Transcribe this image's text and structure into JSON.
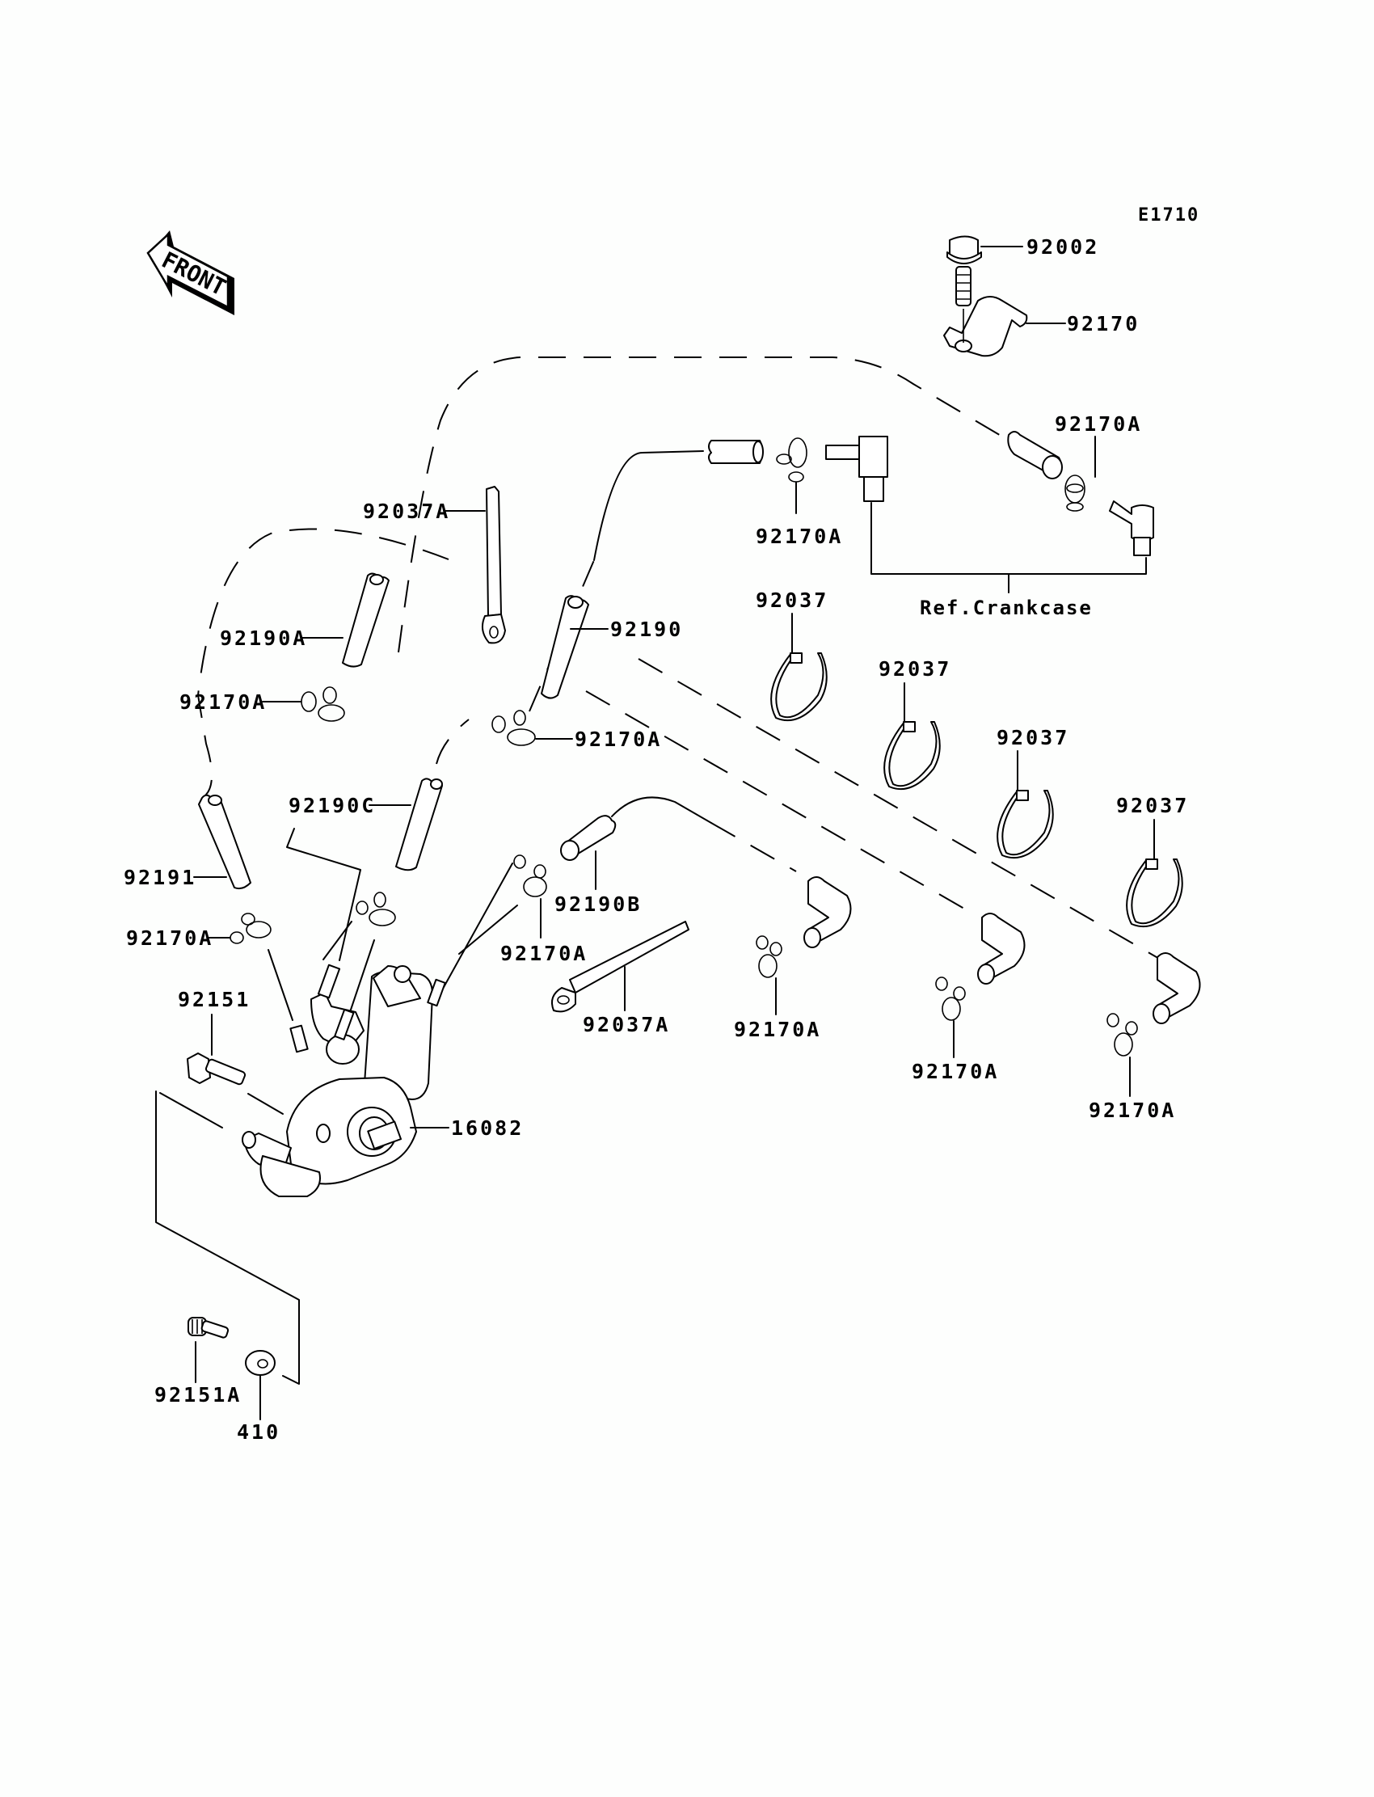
{
  "diagram": {
    "code": "E1710",
    "front_indicator": "FRONT",
    "reference_note": "Ref.Crankcase",
    "callouts": {
      "bolt_92002": "92002",
      "clamp_92170": "92170",
      "clip_top_right": "92170A",
      "clip_top_mid": "92170A",
      "band_92037A_top": "92037A",
      "hose_92190": "92190",
      "hose_92190A": "92190A",
      "tie_1": "92037",
      "tie_2": "92037",
      "tie_3": "92037",
      "tie_4": "92037",
      "clip_left_upper": "92170A",
      "clip_mid_upper": "92170A",
      "hose_92190C": "92190C",
      "hose_92191": "92191",
      "hose_92190B": "92190B",
      "clip_left_lower": "92170A",
      "clip_center": "92170A",
      "bolt_92151": "92151",
      "band_92037A_lower": "92037A",
      "clip_hose_1": "92170A",
      "clip_hose_2": "92170A",
      "clip_hose_3": "92170A",
      "pump_16082": "16082",
      "screw_92151A": "92151A",
      "washer_410": "410"
    }
  }
}
